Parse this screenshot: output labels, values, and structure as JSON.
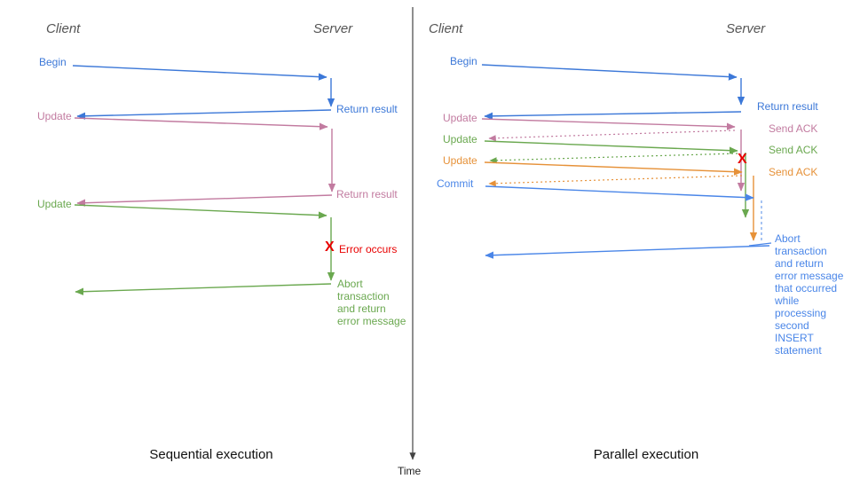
{
  "diagram": {
    "axis": {
      "time": "Time"
    },
    "colors": {
      "blue": "#3C78D8",
      "blue_light": "#4A86E8",
      "blue_dashed": "#6D9EEB",
      "pink": "#C27BA0",
      "green": "#6AA84F",
      "orange": "#E69138",
      "red": "#E80000",
      "header_gray": "#555555",
      "axis_gray": "#444444"
    },
    "left": {
      "caption": "Sequential execution",
      "client": "Client",
      "server": "Server",
      "begin": "Begin",
      "return1": "Return result",
      "update1": "Update",
      "return2": "Return result",
      "update2": "Update",
      "error_mark": "X",
      "error_text": "Error occurs",
      "abort": "Abort\ntransaction\nand return\nerror message"
    },
    "right": {
      "caption": "Parallel execution",
      "client": "Client",
      "server": "Server",
      "begin": "Begin",
      "return1": "Return result",
      "update1": "Update",
      "ack1": "Send ACK",
      "update2": "Update",
      "ack2": "Send ACK",
      "update3": "Update",
      "ack3": "Send ACK",
      "commit": "Commit",
      "error_mark": "X",
      "abort": "Abort\ntransaction\nand return\nerror message\nthat occurred\nwhile\nprocessing\nsecond\nINSERT\nstatement"
    }
  }
}
